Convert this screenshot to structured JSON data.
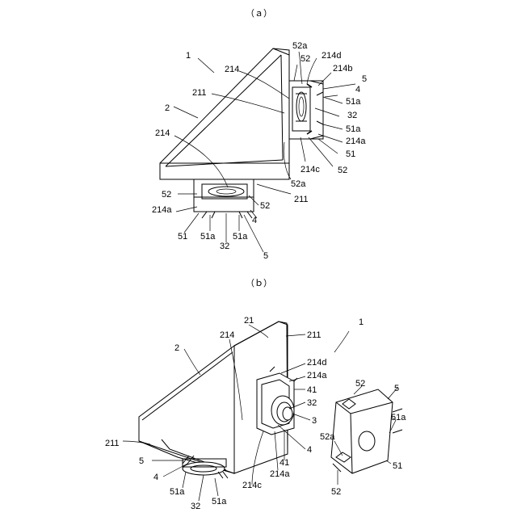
{
  "figure_a": {
    "caption": "（ａ）",
    "labels": {
      "assembly": "1",
      "bracket": "2",
      "face_214_upper": "214",
      "face_211_upper": "211",
      "face_214_left": "214",
      "edge_52a_top": "52a",
      "edge_52_top": "52",
      "face_214d": "214d",
      "face_214b": "214b",
      "clip_5_top": "5",
      "plate_4_top": "4",
      "tab_51a_1": "51a",
      "nut_32_right": "32",
      "tab_51a_2": "51a",
      "face_214a_right": "214a",
      "plate_51_right": "51",
      "edge_52_right": "52",
      "face_214c": "214c",
      "edge_52a_mid": "52a",
      "face_211_bottom": "211",
      "edge_52_left": "52",
      "edge_52_bottom": "52",
      "face_214a_left": "214a",
      "plate_4_bottom": "4",
      "plate_51_bottom": "51",
      "tab_51a_b1": "51a",
      "tab_51a_b2": "51a",
      "nut_32_bottom": "32",
      "clip_5_bottom": "5"
    }
  },
  "figure_b": {
    "caption": "（ｂ）",
    "labels": {
      "assembly": "1",
      "body_21": "21",
      "face_214": "214",
      "face_211_top": "211",
      "bracket": "2",
      "face_214d": "214d",
      "face_214a_top": "214a",
      "washer_41_top": "41",
      "nut_32": "32",
      "bolt_3": "3",
      "washer_41_bottom": "41",
      "face_214a_bottom": "214a",
      "plate_4": "4",
      "face_214c": "214c",
      "face_211_left": "211",
      "clip_5_left": "5",
      "plate_4_left": "4",
      "tab_51a_left": "51a",
      "nut_32_bottom": "32",
      "tab_51a_bottom": "51a",
      "clip_52_top": "52",
      "clip_5_right": "5",
      "clip_51a": "51a",
      "clip_52a": "52a",
      "clip_51": "51",
      "clip_52_bottom": "52"
    }
  }
}
